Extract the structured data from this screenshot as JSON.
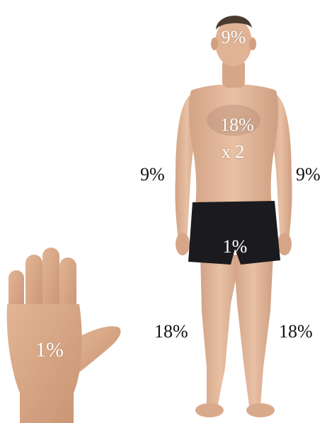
{
  "labels": {
    "head": "9%",
    "torso": "18%",
    "torso_multiplier": "x 2",
    "arm_left": "9%",
    "arm_right": "9%",
    "groin": "1%",
    "leg_left": "18%",
    "leg_right": "18%",
    "palm": "1%"
  },
  "colors": {
    "skin": "#e3b89a",
    "skin_shadow": "#c9967a",
    "hair": "#4a3a30",
    "shorts": "#1b1b1f",
    "background": "#ffffff"
  }
}
